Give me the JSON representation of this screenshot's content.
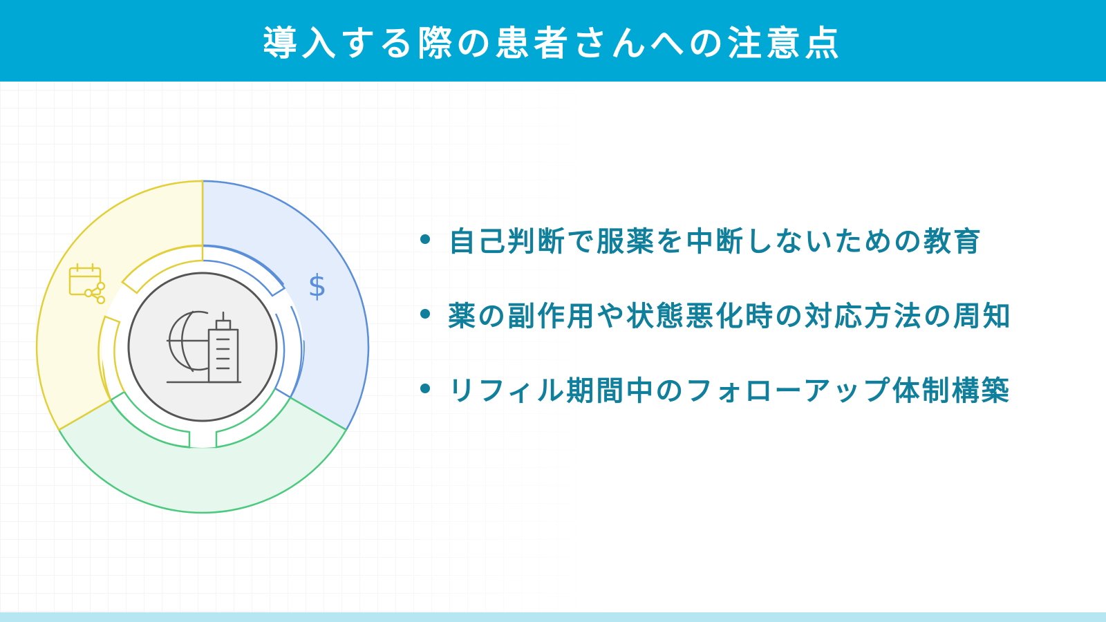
{
  "header": {
    "title": "導入する際の患者さんへの注意点"
  },
  "diagram": {
    "segments": [
      {
        "icon": "dollar-icon",
        "color": "#5b8fd9",
        "fill": "#e3edfc"
      },
      {
        "icon": "none",
        "color": "#4cc97f",
        "fill": "#e6f8ed"
      },
      {
        "icon": "calendar-share-icon",
        "color": "#e3cf3a",
        "fill": "#fdfbe4"
      }
    ],
    "center_icon": "globe-building-icon",
    "dollar_symbol": "$"
  },
  "bullets": [
    {
      "text": "自己判断で服薬を中断しないための教育"
    },
    {
      "text": "薬の副作用や状態悪化時の対応方法の周知"
    },
    {
      "text": "リフィル期間中のフォローアップ体制構築"
    }
  ],
  "colors": {
    "header_bg": "#00a8d6",
    "accent_text": "#0f7f9c",
    "footer_bar": "#b6e6f2"
  }
}
